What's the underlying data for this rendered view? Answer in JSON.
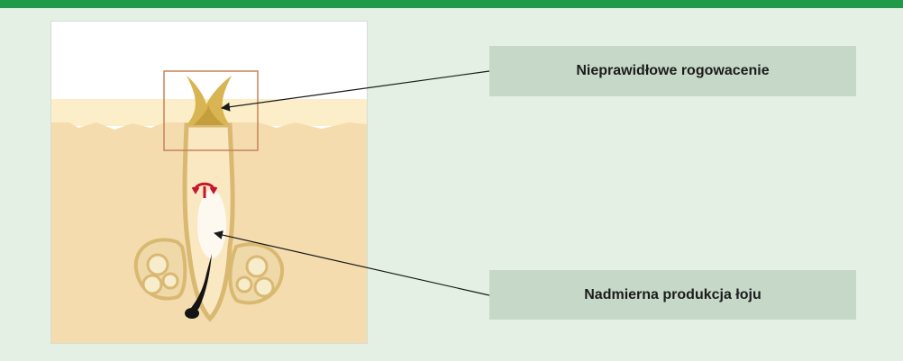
{
  "header": {
    "accent_color": "#1f9a48"
  },
  "background_color": "#e3f0e3",
  "illustration": {
    "subject": "hair-follicle-cross-section",
    "skin_color": "#f5dcae",
    "sebaceous_gland_color": "#efd9a8",
    "keratin_plug_color": "#d8b552",
    "arrow_symbol_color": "#c4162f",
    "highlight_box_color": "#c8825a"
  },
  "callouts": [
    {
      "label": "Nieprawidłowe rogowacenie",
      "box_color": "#c6d8c8"
    },
    {
      "label": "Nadmierna produkcja łoju",
      "box_color": "#c6d8c8"
    }
  ]
}
